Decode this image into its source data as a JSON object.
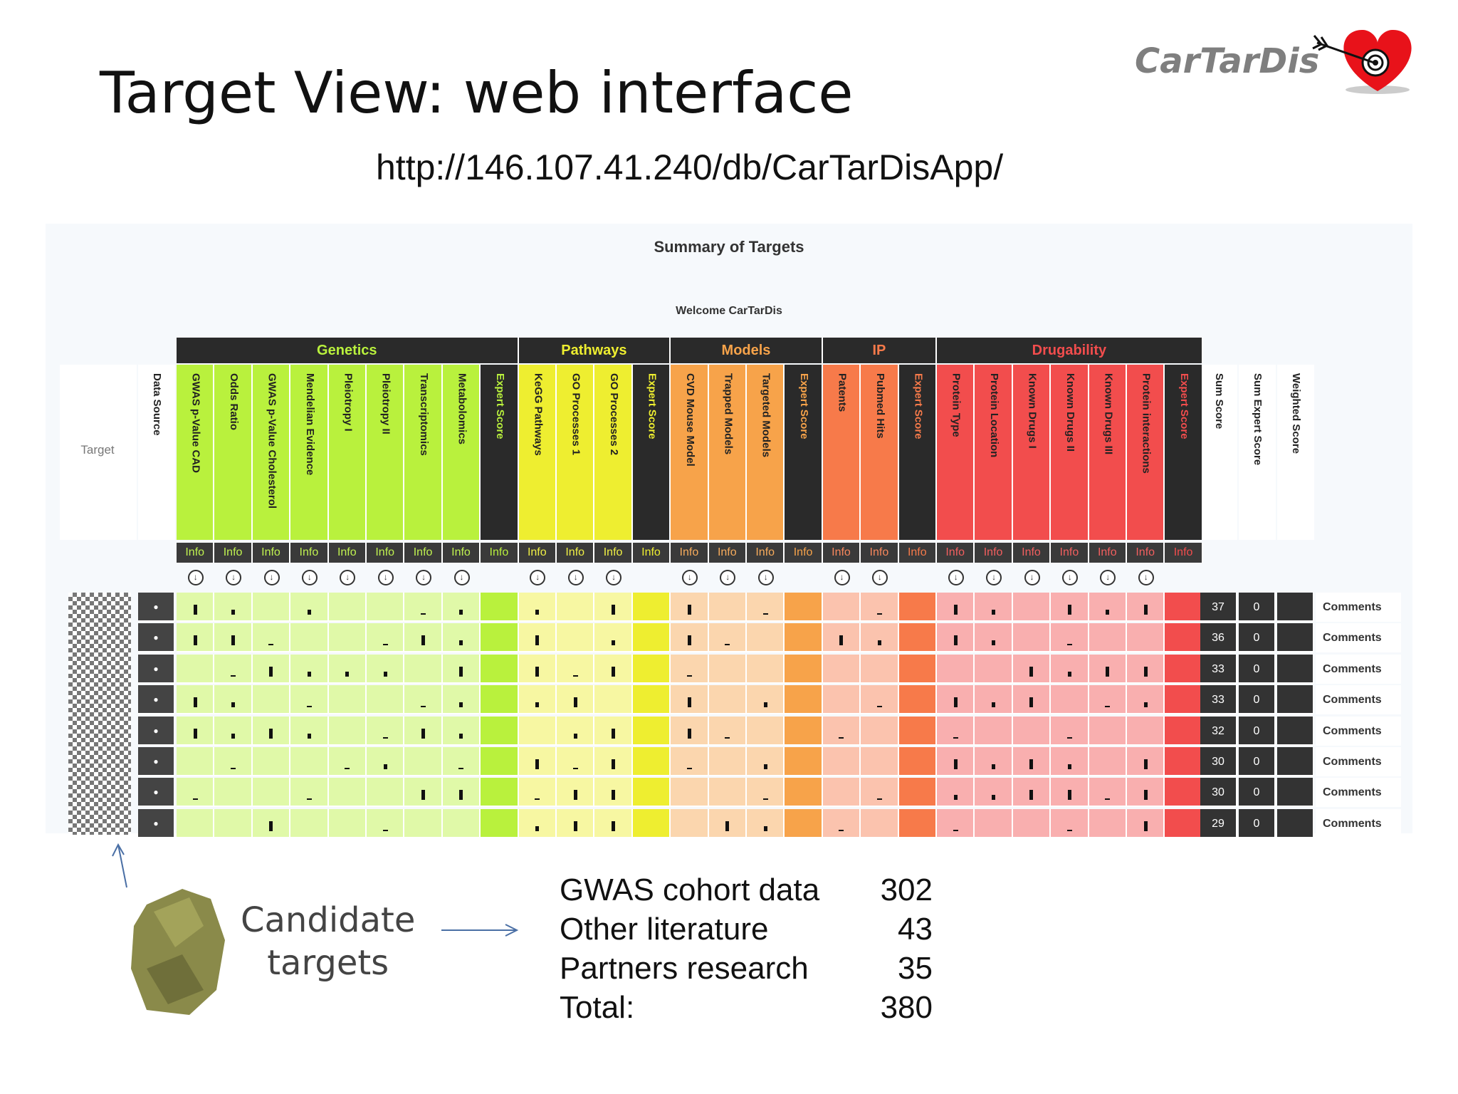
{
  "slide": {
    "title": "Target View:  web interface",
    "brand": "CarTarDis",
    "url": "http://146.107.41.240/db/CarTarDisApp/"
  },
  "app": {
    "summary_title": "Summary of Targets",
    "welcome": "Welcome CarTarDis",
    "target_header": "Target",
    "data_source_header": "Data Source",
    "sum_score_header": "Sum Score",
    "sum_expert_header": "Sum Expert Score",
    "weighted_header": "Weighted Score",
    "info_label": "Info",
    "comments_label": "Comments",
    "categories": [
      {
        "name": "Genetics",
        "color": "#b9f13d",
        "cols": [
          "GWAS p-Value CAD",
          "Odds Ratio",
          "GWAS p-Value Cholesterol",
          "Mendelian Evidence",
          "Pleiotropy I",
          "Pleiotropy II",
          "Transcriptomics",
          "Metabolomics",
          "Expert Score"
        ]
      },
      {
        "name": "Pathways",
        "color": "#eeee30",
        "cols": [
          "KeGG Pathways",
          "GO Processes 1",
          "GO Processes 2",
          "Expert Score"
        ]
      },
      {
        "name": "Models",
        "color": "#f7a34a",
        "cols": [
          "CVD Mouse Model",
          "Trapped Models",
          "Targeted Models",
          "Expert Score"
        ]
      },
      {
        "name": "IP",
        "color": "#f77a4a",
        "cols": [
          "Patents",
          "Pubmed Hits",
          "Expert Score"
        ]
      },
      {
        "name": "Drugability",
        "color": "#f24d4d",
        "cols": [
          "Protein Type",
          "Protein Location",
          "Known Drugs I",
          "Known Drugs II",
          "Known Drugs III",
          "Protein interactions",
          "Expert Score"
        ]
      }
    ],
    "rows": [
      {
        "sum": "37",
        "expert": "0",
        "bars": [
          2,
          1,
          0,
          1,
          0,
          0,
          0,
          1,
          -1,
          1,
          0,
          2,
          -1,
          2,
          0,
          0,
          -1,
          0,
          0,
          -1,
          2,
          1,
          0,
          2,
          1,
          2,
          -1
        ]
      },
      {
        "sum": "36",
        "expert": "0",
        "bars": [
          2,
          2,
          0,
          0,
          0,
          0,
          2,
          1,
          -1,
          2,
          0,
          1,
          -1,
          2,
          0,
          0,
          -1,
          2,
          1,
          -1,
          2,
          1,
          0,
          0,
          0,
          0,
          -1
        ]
      },
      {
        "sum": "33",
        "expert": "0",
        "bars": [
          0,
          0,
          2,
          1,
          1,
          1,
          0,
          2,
          -1,
          2,
          0,
          2,
          -1,
          0,
          0,
          0,
          -1,
          0,
          0,
          -1,
          0,
          0,
          2,
          1,
          2,
          2,
          -1
        ]
      },
      {
        "sum": "33",
        "expert": "0",
        "bars": [
          2,
          1,
          0,
          0,
          0,
          0,
          0,
          1,
          -1,
          1,
          2,
          0,
          -1,
          2,
          0,
          1,
          -1,
          0,
          0,
          -1,
          2,
          1,
          2,
          0,
          0,
          1,
          -1
        ]
      },
      {
        "sum": "32",
        "expert": "0",
        "bars": [
          2,
          1,
          2,
          1,
          0,
          0,
          2,
          1,
          -1,
          0,
          1,
          2,
          -1,
          2,
          0,
          0,
          -1,
          0,
          0,
          -1,
          0,
          0,
          0,
          0,
          0,
          0,
          -1
        ]
      },
      {
        "sum": "30",
        "expert": "0",
        "bars": [
          0,
          0,
          0,
          0,
          0,
          1,
          0,
          0,
          -1,
          2,
          0,
          2,
          -1,
          0,
          0,
          1,
          -1,
          0,
          0,
          -1,
          2,
          1,
          2,
          1,
          0,
          2,
          -1
        ]
      },
      {
        "sum": "30",
        "expert": "0",
        "bars": [
          0,
          0,
          0,
          0,
          0,
          0,
          2,
          2,
          -1,
          0,
          2,
          2,
          -1,
          0,
          0,
          0,
          -1,
          0,
          0,
          -1,
          1,
          1,
          2,
          2,
          0,
          2,
          -1
        ]
      },
      {
        "sum": "29",
        "expert": "0",
        "bars": [
          0,
          0,
          2,
          0,
          0,
          0,
          0,
          0,
          -1,
          1,
          2,
          2,
          -1,
          0,
          2,
          1,
          -1,
          0,
          0,
          -1,
          0,
          0,
          0,
          0,
          0,
          2,
          -1
        ]
      }
    ]
  },
  "candidate_label_1": "Candidate",
  "candidate_label_2": "targets",
  "stats": [
    {
      "label": "GWAS cohort data",
      "value": "302"
    },
    {
      "label": "Other literature",
      "value": "43"
    },
    {
      "label": "Partners research",
      "value": "35"
    },
    {
      "label": "Total:",
      "value": "380"
    }
  ]
}
